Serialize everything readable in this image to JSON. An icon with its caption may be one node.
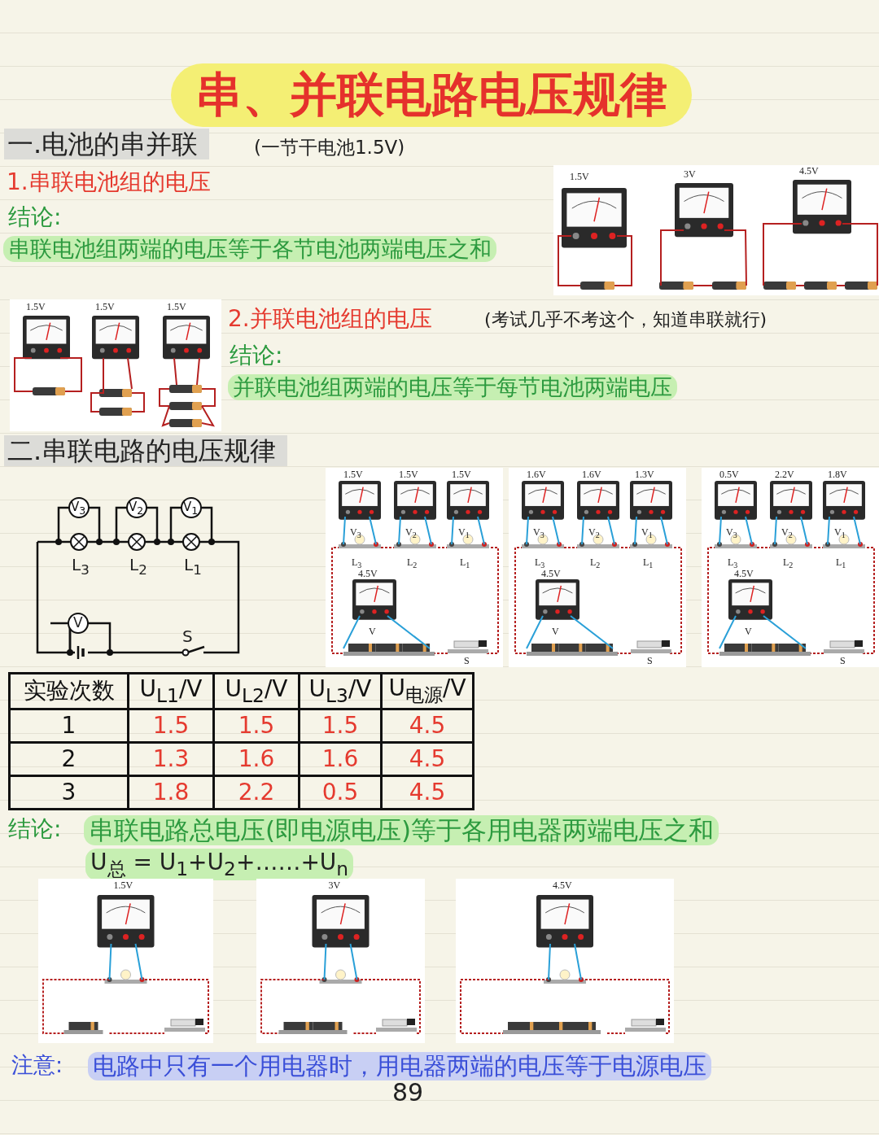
{
  "diagram": {
    "title": "串、并联电路电压规律",
    "labels": [
      "一.电池的串并联",
      "(一节干电池1.5V)",
      "1.串联电池组的电压",
      "结论:",
      "串联电池组两端的电压等于各节电池两端电压之和",
      "1.5V",
      "3V",
      "4.5V",
      "1.5V",
      "1.5V",
      "1.5V",
      "2.并联电池组的电压",
      "(考试几乎不考这个，知道串联就行)",
      "结论:",
      "并联电池组两端的电压等于每节电池两端电压",
      "二.串联电路的电压规律",
      "V$_{3}$",
      "V$_{2}$",
      "V$_{1}$",
      "L$_{3}$",
      "L$_{2}$",
      "L$_{1}$",
      "V",
      "S",
      "1.5V",
      "1.5V",
      "1.5V",
      "V$_{3}$",
      "V$_{2}$",
      "V$_{1}$",
      "L$_{3}$",
      "L$_{2}$",
      "L$_{1}$",
      "4.5V",
      "V",
      "S",
      "1.6V",
      "1.6V",
      "1.3V",
      "V$_{3}$",
      "V$_{2}$",
      "V$_{1}$",
      "L$_{3}$",
      "L$_{2}$",
      "L$_{1}$",
      "4.5V",
      "V",
      "S",
      "0.5V",
      "2.2V",
      "1.8V",
      "V$_{3}$",
      "V$_{2}$",
      "V$_{1}$",
      "L$_{3}$",
      "L$_{2}$",
      "L$_{1}$",
      "4.5V",
      "V",
      "S",
      "实验次数",
      "U$_{L1}$/V",
      "U$_{L2}$/V",
      "U$_{L3}$/V",
      "U$_{电源}$/V",
      "1",
      "1.5",
      "1.5",
      "1.5",
      "4.5",
      "2",
      "1.3",
      "1.6",
      "1.6",
      "4.5",
      "3",
      "1.8",
      "2.2",
      "0.5",
      "4.5",
      "结论:",
      "串联电路总电压(即电源电压)等于各用电器两端电压之和",
      "U$_{总}$ = U$_{1}$+U$_{2}$+……+U$_{n}$",
      "1.5V",
      "3V",
      "4.5V",
      "注意:",
      "电路中只有一个用电器时，用电器两端的电压等于电源电压",
      "89"
    ]
  }
}
